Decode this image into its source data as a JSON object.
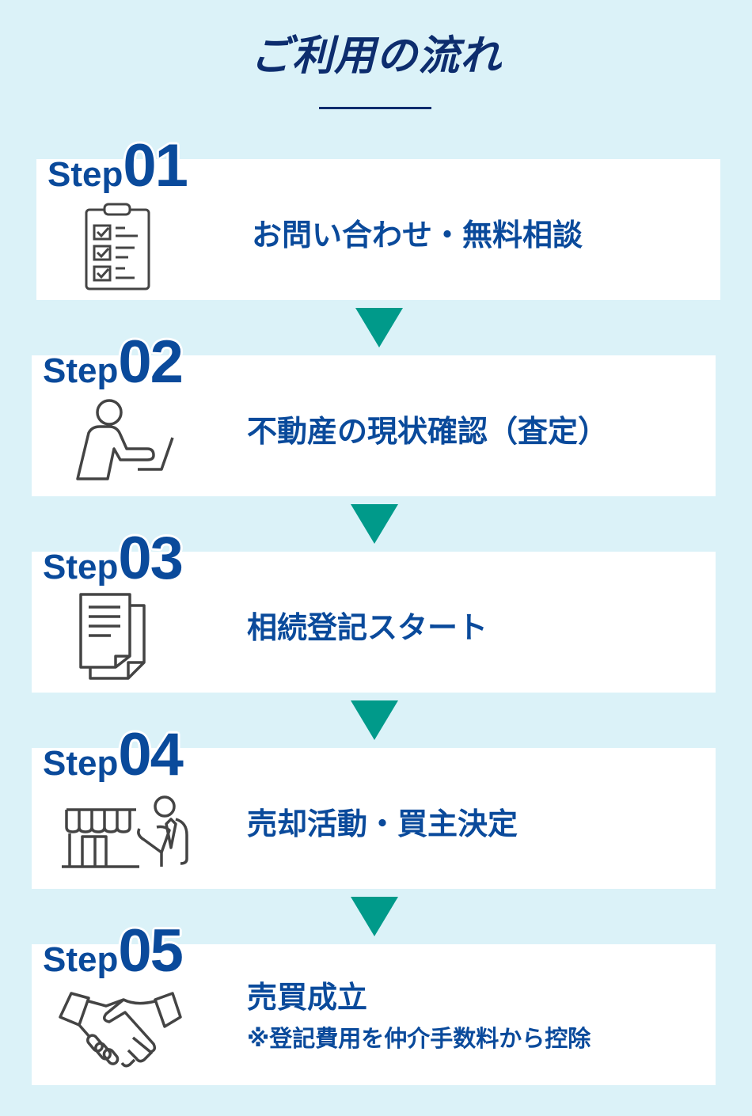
{
  "title": "ご利用の流れ",
  "step_word": "Step",
  "colors": {
    "background": "#dbf2f8",
    "primary": "#0a4a9b",
    "arrow": "#009a8a",
    "icon": "#444444"
  },
  "steps": [
    {
      "number": "01",
      "text": "お問い合わせ・無料相談",
      "icon": "clipboard-checklist-icon"
    },
    {
      "number": "02",
      "text": "不動産の現状確認（査定）",
      "icon": "person-laptop-icon"
    },
    {
      "number": "03",
      "text": "相続登記スタート",
      "icon": "documents-icon"
    },
    {
      "number": "04",
      "text": "売却活動・買主決定",
      "icon": "storefront-agent-icon"
    },
    {
      "number": "05",
      "text": "売買成立",
      "note": "※登記費用を仲介手数料から控除",
      "icon": "handshake-icon"
    }
  ]
}
